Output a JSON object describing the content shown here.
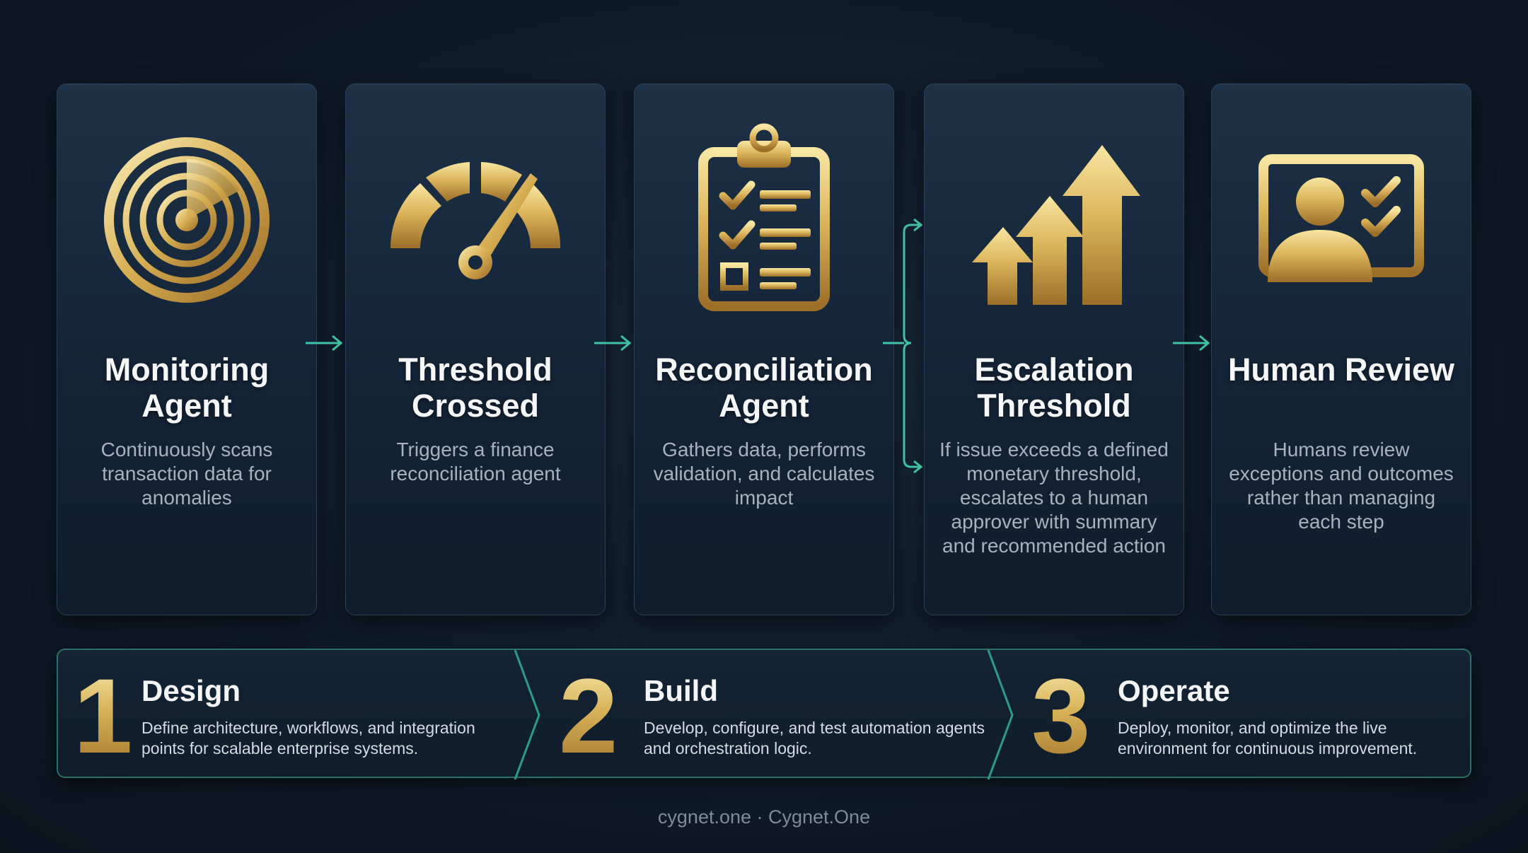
{
  "steps": [
    {
      "title": "Monitoring Agent",
      "description": "Continuously scans transaction data for anomalies",
      "icon": "radar-icon"
    },
    {
      "title": "Threshold Crossed",
      "description": "Triggers a finance reconciliation agent",
      "icon": "gauge-icon"
    },
    {
      "title": "Reconciliation Agent",
      "description": "Gathers data, performs validation, and calculates impact",
      "icon": "clipboard-checklist-icon"
    },
    {
      "title": "Escalation Threshold",
      "description": "If issue exceeds a defined monetary threshold, escalates to a human approver with summary and recommended action",
      "icon": "rising-arrows-icon"
    },
    {
      "title": "Human Review",
      "description": "Humans review exceptions and outcomes rather than managing each step",
      "icon": "person-review-icon"
    }
  ],
  "phases": [
    {
      "number": "1",
      "name": "Design",
      "description": "Define architecture, workflows, and integration points for scalable enterprise systems."
    },
    {
      "number": "2",
      "name": "Build",
      "description": "Develop, configure, and test automation agents and orchestration logic."
    },
    {
      "number": "3",
      "name": "Operate",
      "description": "Deploy, monitor, and optimize the live environment for continuous improvement."
    }
  ],
  "footer": "cygnet.one · Cygnet.One",
  "colors": {
    "gold": "#d9b45a",
    "accent": "#3fc1a5",
    "background": "#0f1b28"
  }
}
